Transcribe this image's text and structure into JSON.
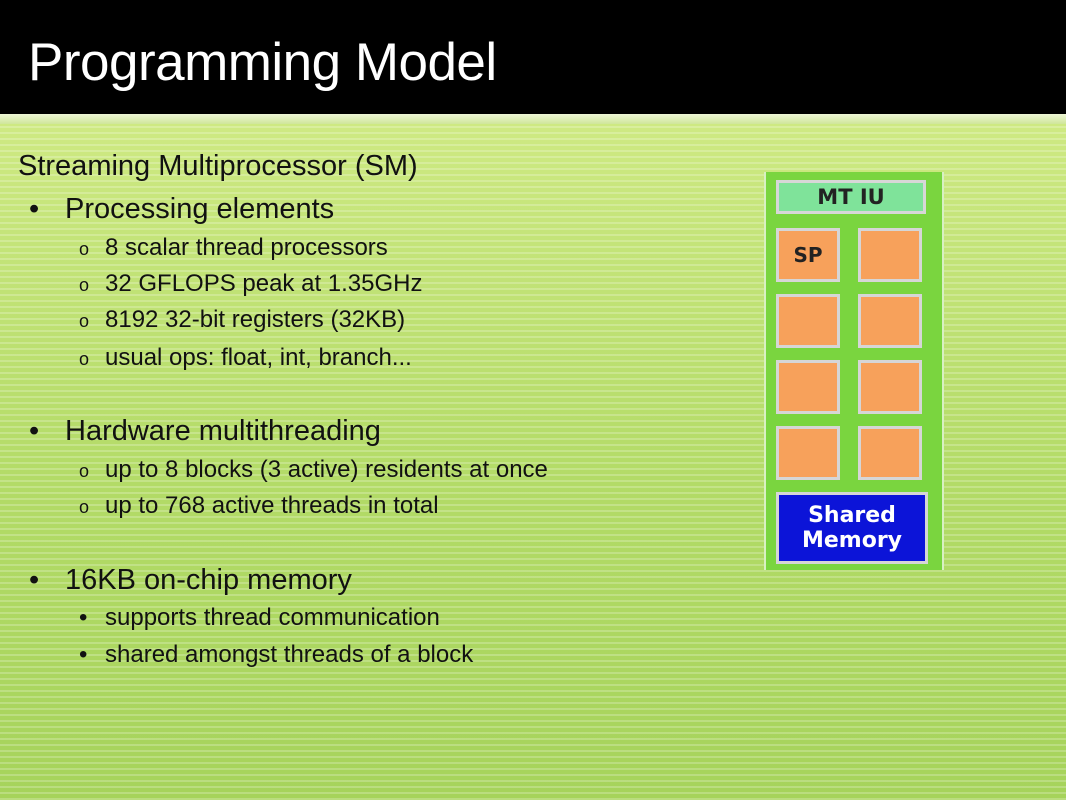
{
  "slide": {
    "title": "Programming Model",
    "heading": "Streaming Multiprocessor (SM)",
    "sections": [
      {
        "bullet": "Processing elements",
        "subs": [
          "8 scalar thread processors",
          "32 GFLOPS peak at 1.35GHz",
          "8192 32-bit registers (32KB)",
          "usual ops: float, int, branch..."
        ]
      },
      {
        "bullet": "Hardware multithreading",
        "subs": [
          "up to 8 blocks (3 active) residents at once",
          "up to 768 active threads in total"
        ]
      },
      {
        "bullet": "16KB on-chip memory",
        "subs": [
          "supports thread communication",
          "shared amongst threads of a block"
        ]
      }
    ],
    "bullet_char": "•",
    "sub_marker": "o"
  },
  "diagram": {
    "mt_iu_label": "MT IU",
    "sp_label": "SP",
    "shared_memory_line1": "Shared",
    "shared_memory_line2": "Memory"
  },
  "colors": {
    "title_bar": "#000000",
    "background_green": "#c2e37a",
    "sm_green": "#7ad53f",
    "mt_iu": "#7fe39a",
    "sp_orange": "#f7a15b",
    "shared_memory_blue": "#0c14d8"
  }
}
